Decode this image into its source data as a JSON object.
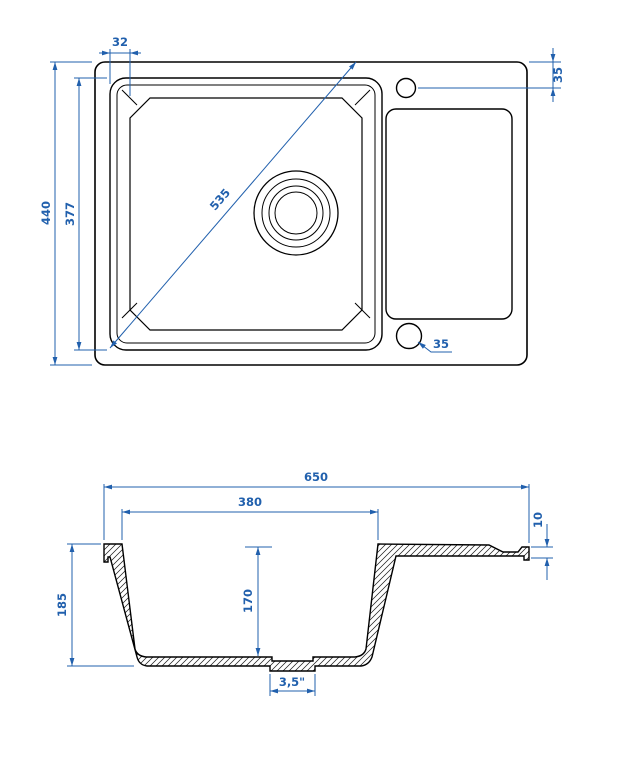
{
  "drawing": {
    "type": "technical dimension drawing",
    "subject": "kitchen sink with single bowl and drainboard",
    "dimension_color": "#2160ad",
    "line_color": "#000000",
    "background_color": "#ffffff",
    "top_view": {
      "rim_width": "32",
      "overall_depth": "440",
      "bowl_depth": "377",
      "bowl_diagonal": "535",
      "tap_hole_edge_offset": "35",
      "tap_hole_diameter": "35"
    },
    "section_view": {
      "overall_width": "650",
      "bowl_width": "380",
      "edge_thickness": "10",
      "overall_height": "185",
      "bowl_height": "170",
      "drain_size": "3,5\""
    }
  }
}
